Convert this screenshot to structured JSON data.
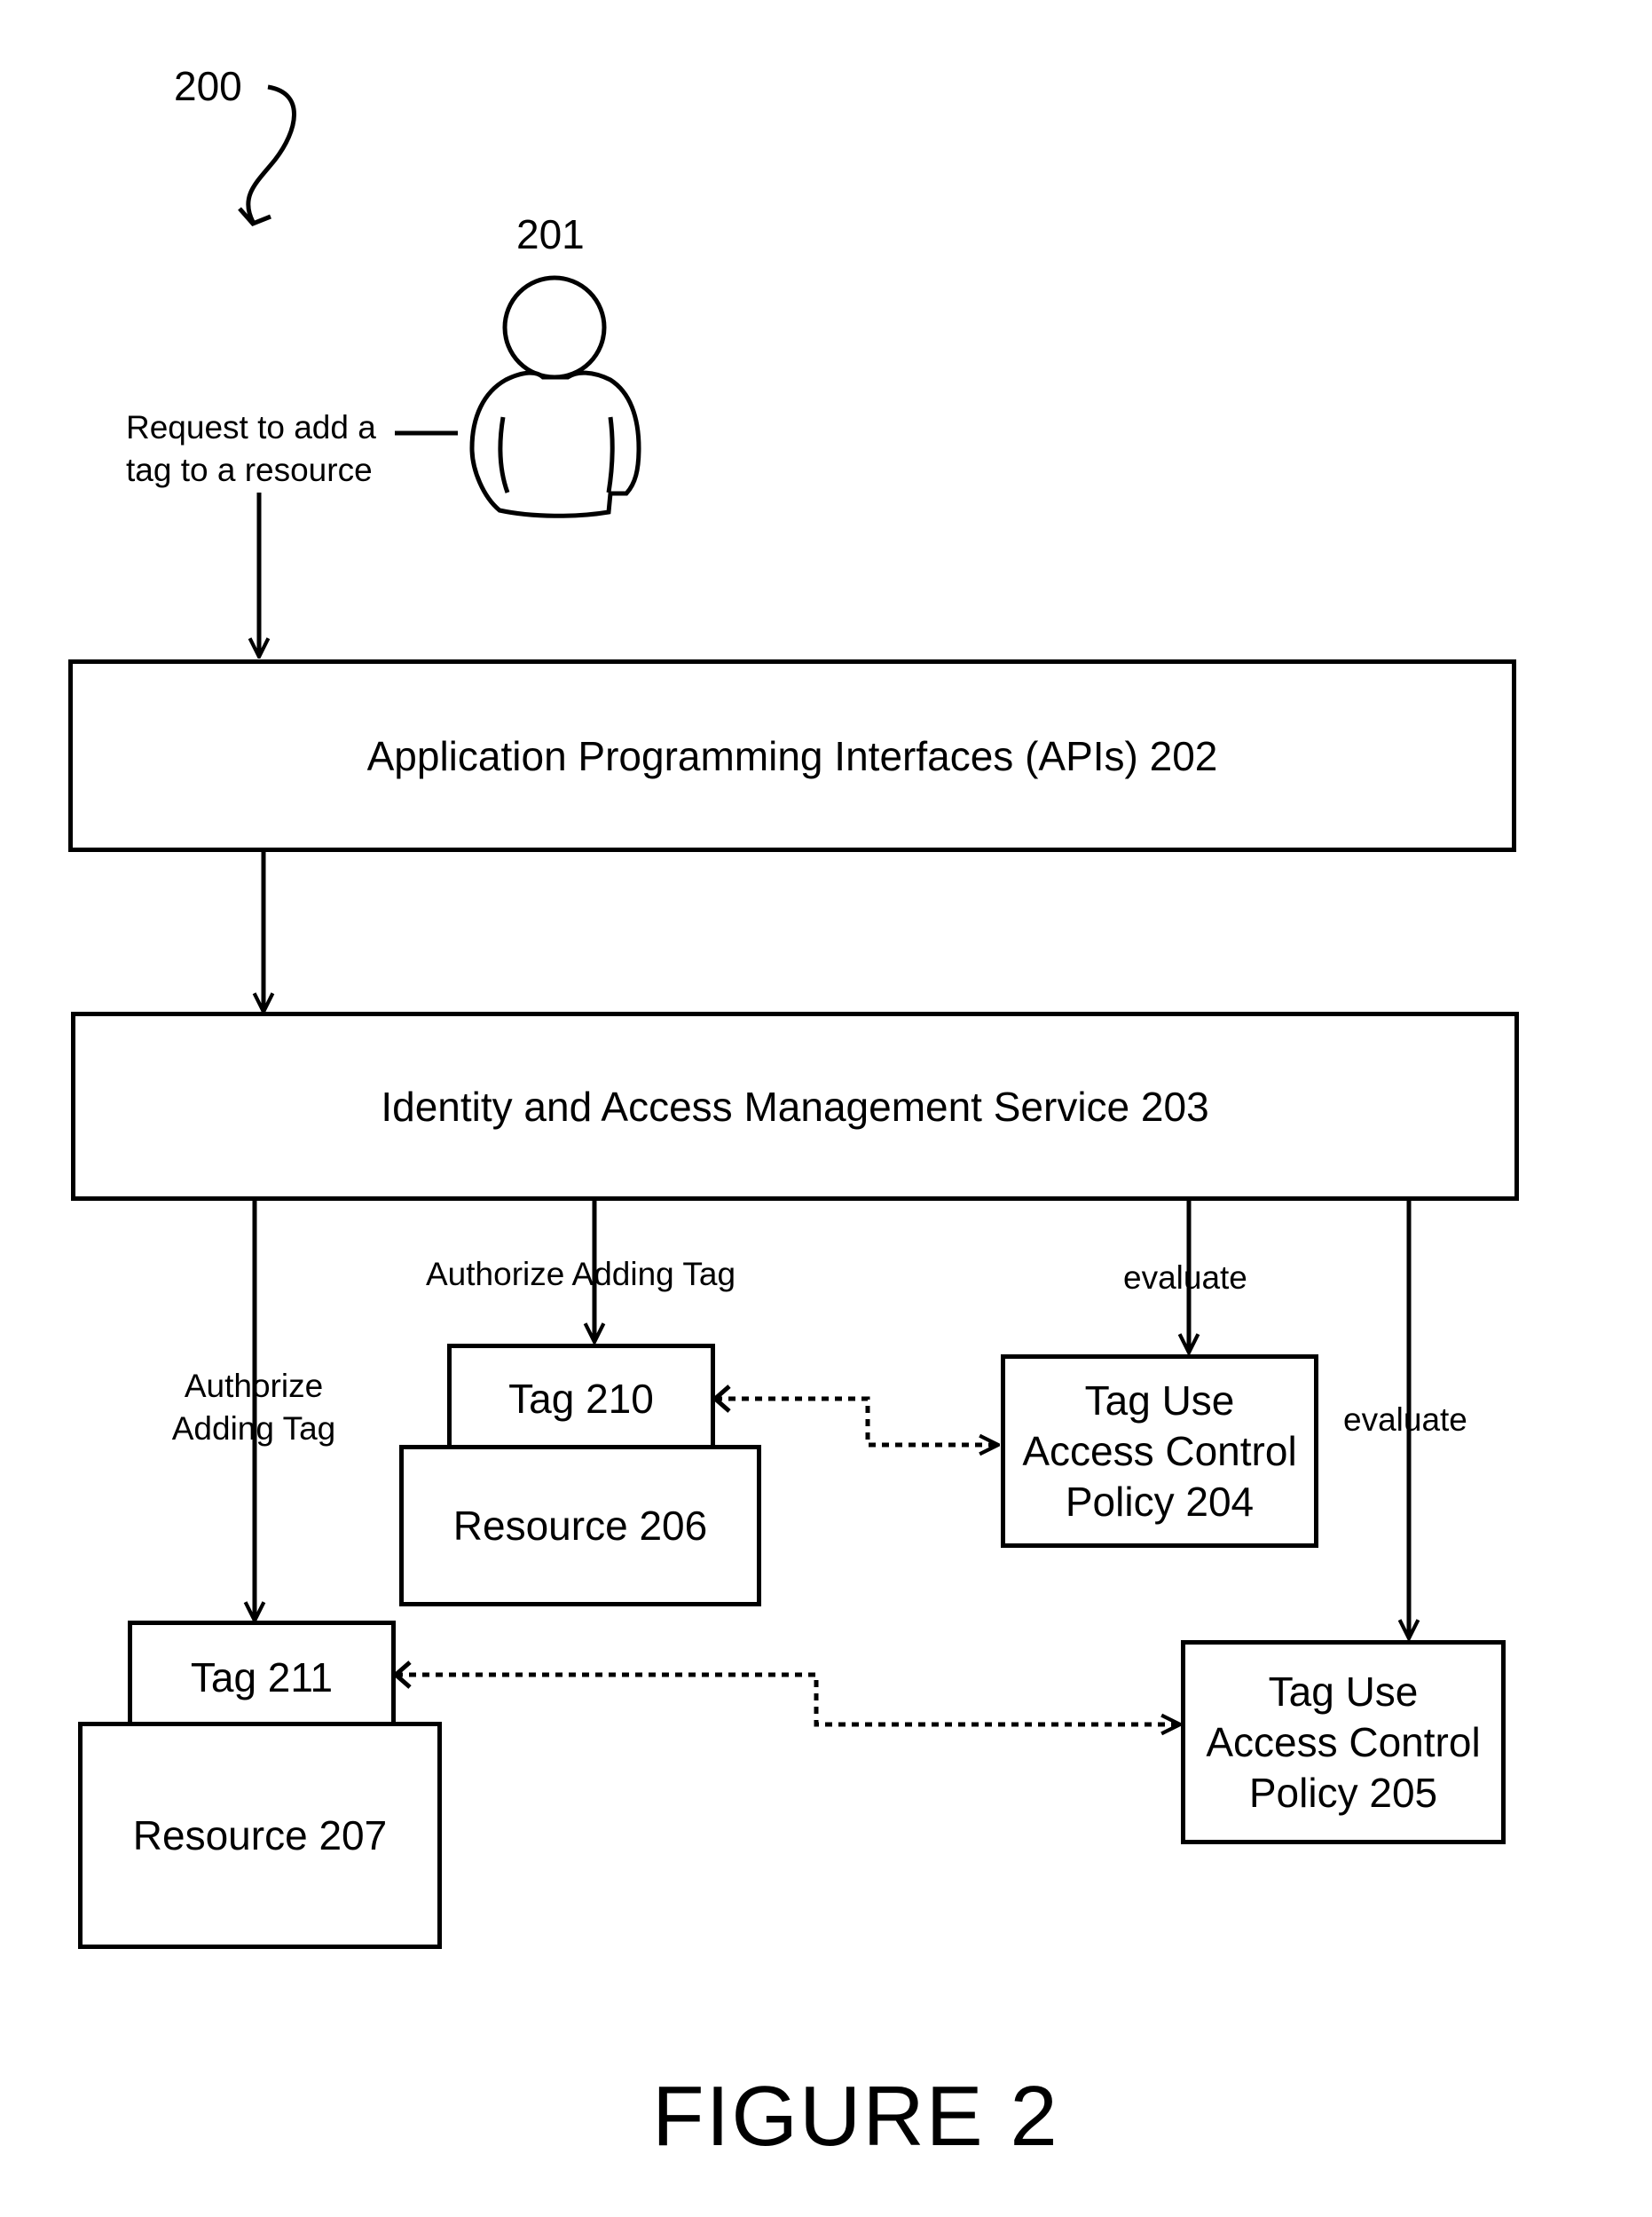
{
  "figure_ref": "200",
  "user": {
    "ref": "201",
    "request_label": "Request to add a tag to a resource"
  },
  "apis_box": {
    "label": "Application Programming Interfaces (APIs) 202"
  },
  "iam_box": {
    "label": "Identity and Access Management Service 203"
  },
  "edges": {
    "authorize_adding_tag_206": "Authorize Adding Tag",
    "authorize_adding_tag_207": "Authorize Adding Tag",
    "evaluate_204": "evaluate",
    "evaluate_205": "evaluate"
  },
  "tag_210": "Tag 210",
  "resource_206": "Resource 206",
  "tag_211": "Tag 211",
  "resource_207": "Resource 207",
  "policy_204": {
    "line1": "Tag Use",
    "line2": "Access Control",
    "line3": "Policy 204"
  },
  "policy_205": {
    "line1": "Tag Use",
    "line2": "Access Control",
    "line3": "Policy 205"
  },
  "figure_caption": "FIGURE 2"
}
